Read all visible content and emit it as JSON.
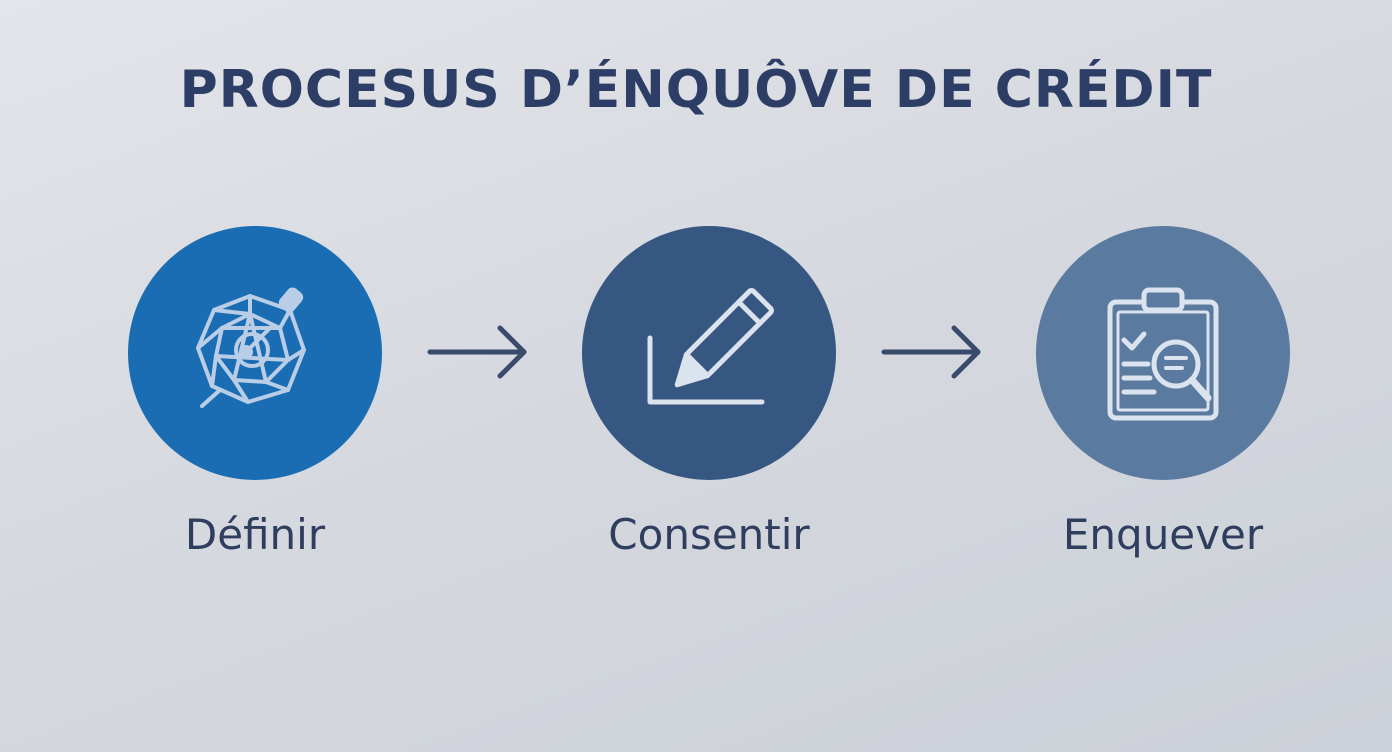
{
  "title": "PROCESUS D’ÉNQUÔVE DE CRÉDIT",
  "steps": [
    {
      "label": "Définir",
      "icon": "network-polyhedron-icon",
      "color": "#1a6db3"
    },
    {
      "label": "Consentir",
      "icon": "pencil-signature-icon",
      "color": "#375783"
    },
    {
      "label": "Enquever",
      "icon": "clipboard-search-icon",
      "color": "#5a7a9f"
    }
  ],
  "arrow_color": "#3a4a6b",
  "icon_stroke_color": "#dbe3ee"
}
